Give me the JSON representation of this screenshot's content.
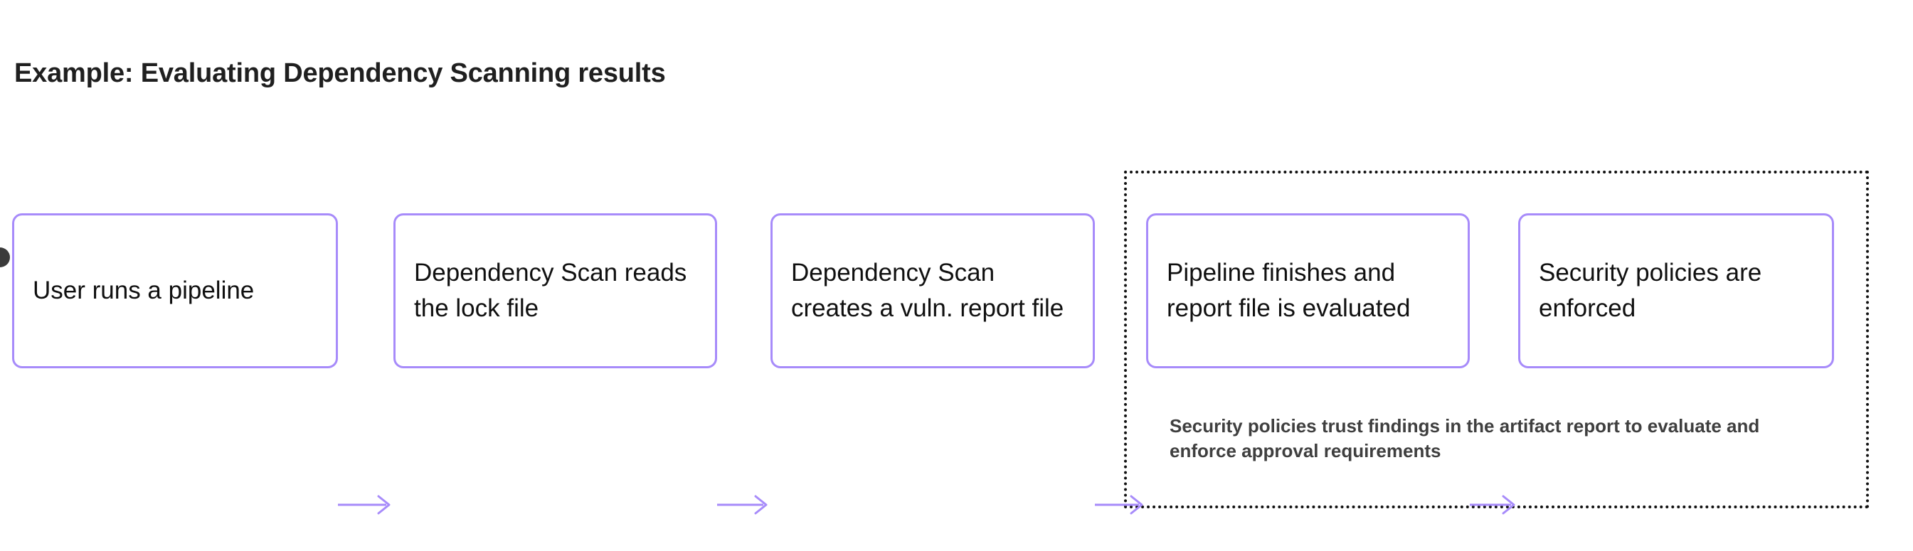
{
  "title": "Example: Evaluating Dependency Scanning results",
  "colors": {
    "node_border": "#a78bfa",
    "arrow": "#a78bfa",
    "group_border": "#111111",
    "title_text": "#1f1f1f",
    "node_text": "#101010",
    "caption_text": "#3f3f3f",
    "start_marker": "#3b3b3b",
    "background": "#ffffff"
  },
  "flow": {
    "nodes": [
      {
        "id": "user-runs-pipeline",
        "label": "User runs a pipeline"
      },
      {
        "id": "scan-reads-lock-file",
        "label": "Dependency Scan reads the lock file"
      },
      {
        "id": "scan-creates-report",
        "label": "Dependency Scan creates a vuln. report file"
      },
      {
        "id": "pipeline-evaluated",
        "label": "Pipeline finishes and report file is evaluated"
      },
      {
        "id": "policies-enforced",
        "label": "Security policies are enforced"
      }
    ],
    "arrows": [
      {
        "from": "user-runs-pipeline",
        "to": "scan-reads-lock-file"
      },
      {
        "from": "scan-reads-lock-file",
        "to": "scan-creates-report"
      },
      {
        "from": "scan-creates-report",
        "to": "pipeline-evaluated"
      },
      {
        "from": "pipeline-evaluated",
        "to": "policies-enforced"
      }
    ]
  },
  "policy_group": {
    "caption": "Security policies trust findings in the artifact report to evaluate and enforce approval requirements",
    "contains": [
      "pipeline-evaluated",
      "policies-enforced"
    ]
  },
  "start_marker": {
    "icon": "start-node-dot"
  }
}
